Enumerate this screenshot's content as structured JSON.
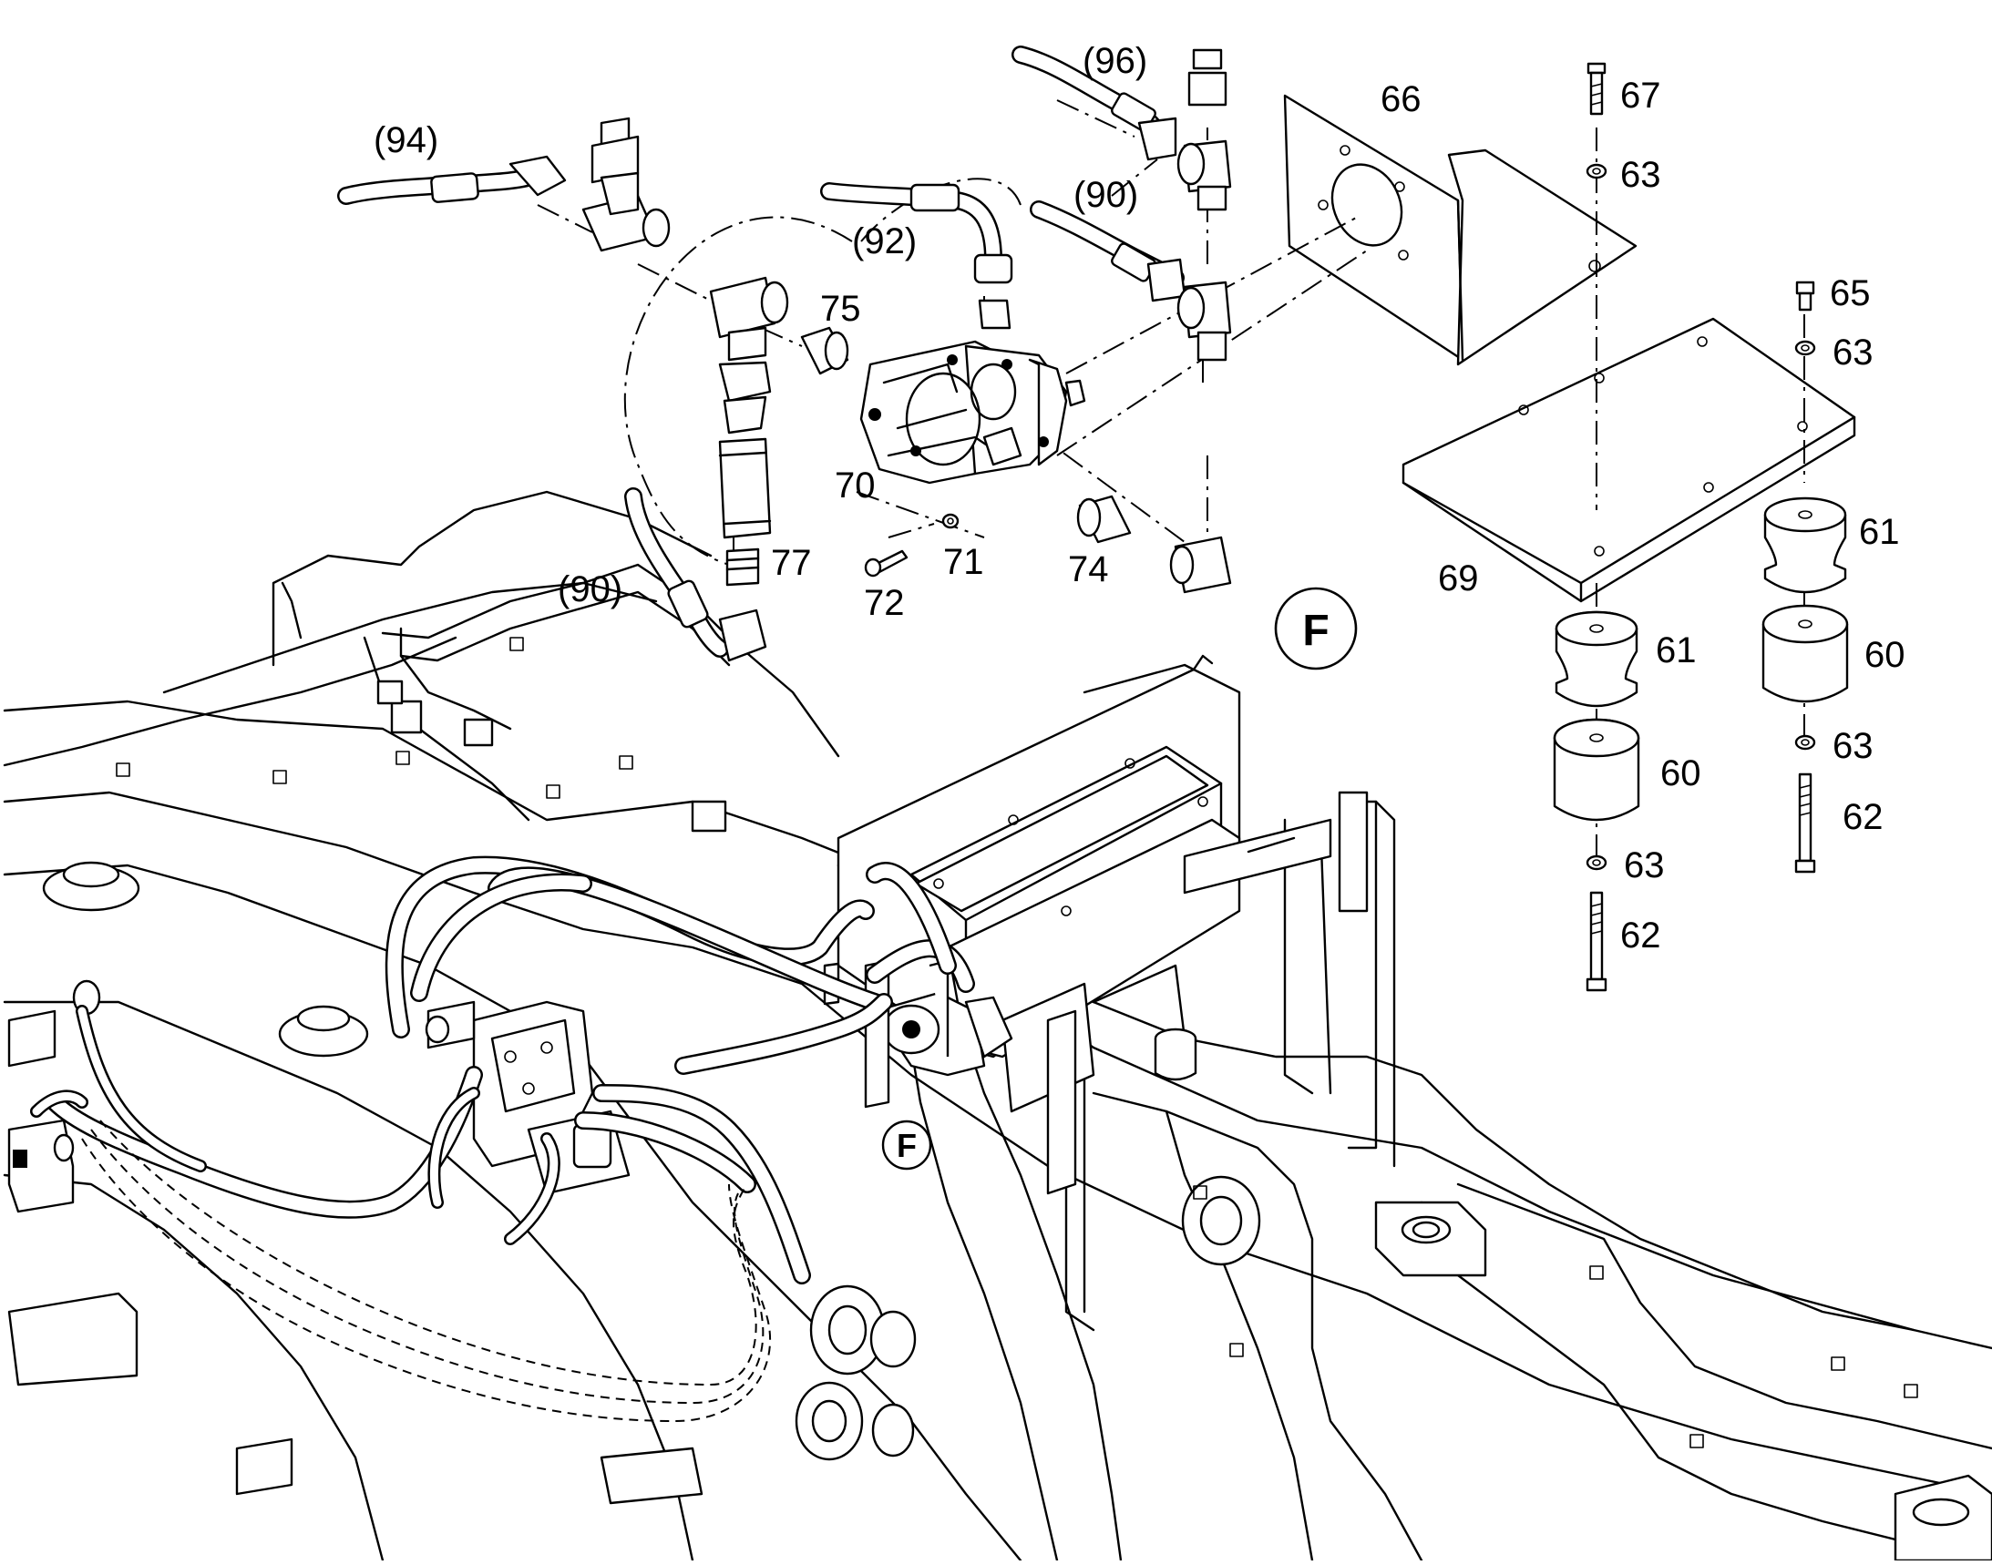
{
  "labels": {
    "p94": "(94)",
    "p96": "(96)",
    "p66": "66",
    "p67": "67",
    "p63a": "63",
    "p90a": "(90)",
    "p92": "(92)",
    "p75": "75",
    "p65": "65",
    "p63b": "63",
    "p70": "70",
    "p61a": "61",
    "p77": "77",
    "p71": "71",
    "p74": "74",
    "p69": "69",
    "p90b": "(90)",
    "p72": "72",
    "p61b": "61",
    "p60a": "60",
    "p60b": "60",
    "p63c": "63",
    "p62a": "62",
    "p63d": "63",
    "p62b": "62"
  },
  "callouts": {
    "detail_big": "F",
    "detail_small": "F"
  }
}
